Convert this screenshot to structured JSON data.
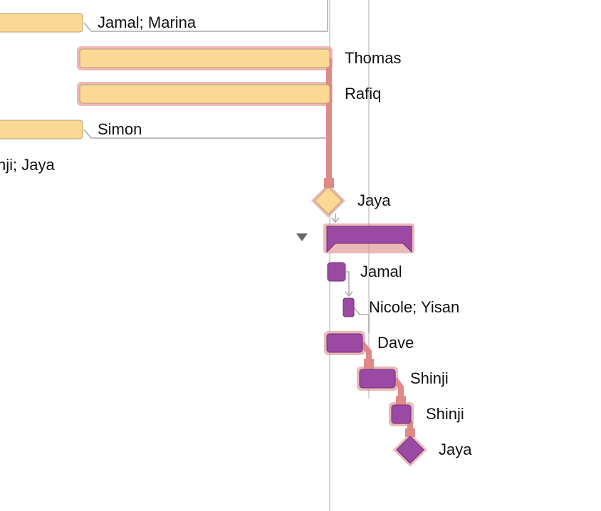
{
  "colors": {
    "task_yellow": "#fad994",
    "task_yellow_border": "#b9a070",
    "task_purple": "#9b4aa3",
    "task_purple_border": "#6e2c78",
    "critical_path": "#e08a88",
    "dependency": "#a8a8a8",
    "today_line": "#c8c8c8",
    "toggle": "#666666",
    "background": "#ffffff"
  },
  "gantt": {
    "collapse_icon": "triangle-down",
    "tasks": [
      {
        "id": "t1",
        "assignees": "Jamal; Marina",
        "phase": "yellow",
        "kind": "bar",
        "critical": false
      },
      {
        "id": "t2",
        "assignees": "Thomas",
        "phase": "yellow",
        "kind": "bar",
        "critical": true
      },
      {
        "id": "t3",
        "assignees": "Rafiq",
        "phase": "yellow",
        "kind": "bar",
        "critical": true
      },
      {
        "id": "t4",
        "assignees": "Simon",
        "phase": "yellow",
        "kind": "bar",
        "critical": false
      },
      {
        "id": "t5",
        "assignees": "nji; Jaya",
        "phase": "yellow",
        "kind": "label-only",
        "critical": false
      },
      {
        "id": "m1",
        "assignees": "Jaya",
        "phase": "yellow",
        "kind": "milestone",
        "critical": true
      },
      {
        "id": "g1",
        "assignees": "",
        "phase": "purple",
        "kind": "group",
        "critical": true
      },
      {
        "id": "t6",
        "assignees": "Jamal",
        "phase": "purple",
        "kind": "bar",
        "critical": false
      },
      {
        "id": "t7",
        "assignees": "Nicole; Yisan",
        "phase": "purple",
        "kind": "bar",
        "critical": false
      },
      {
        "id": "t8",
        "assignees": "Dave",
        "phase": "purple",
        "kind": "bar",
        "critical": true
      },
      {
        "id": "t9",
        "assignees": "Shinji",
        "phase": "purple",
        "kind": "bar",
        "critical": true
      },
      {
        "id": "t10",
        "assignees": "Shinji",
        "phase": "purple",
        "kind": "bar",
        "critical": true
      },
      {
        "id": "m2",
        "assignees": "Jaya",
        "phase": "purple",
        "kind": "milestone",
        "critical": true
      }
    ]
  }
}
